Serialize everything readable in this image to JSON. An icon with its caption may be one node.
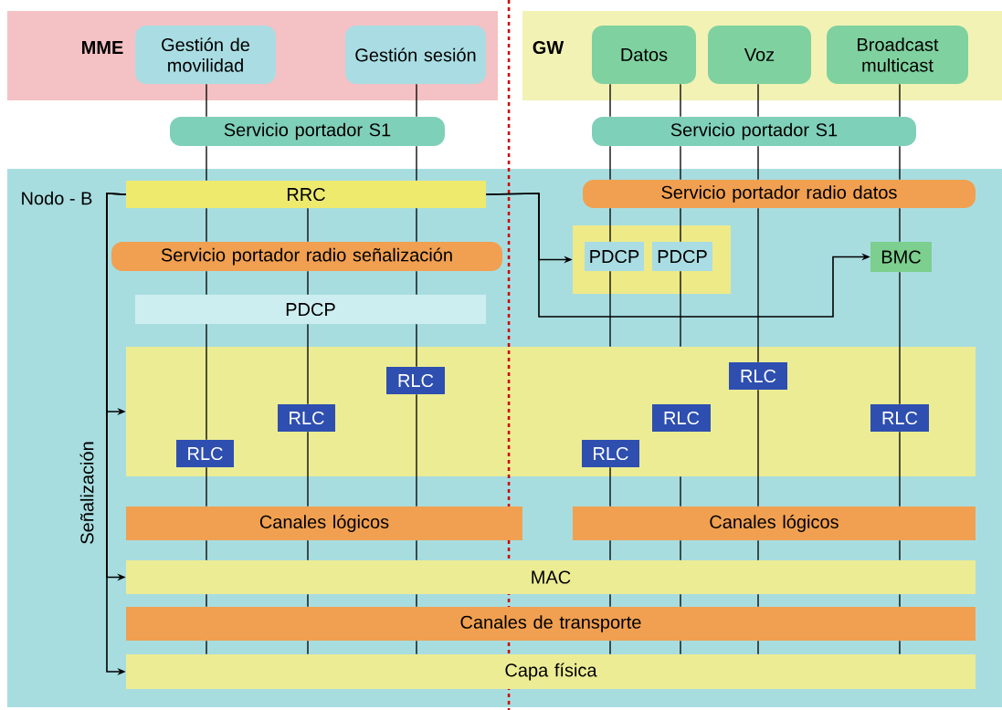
{
  "diagram": {
    "nodes": [
      {
        "text": [
          "MME"
        ]
      },
      {
        "text": [
          "Gestión de movilidad"
        ],
        "in": 0
      },
      {
        "text": [
          "Gestión sesión"
        ],
        "in": 0
      },
      {
        "text": [
          "GW"
        ]
      },
      {
        "text": [
          "Datos"
        ],
        "in": 3
      },
      {
        "text": [
          "Voz"
        ],
        "in": 3
      },
      {
        "text": [
          "Broadcast multicast"
        ],
        "in": 3
      },
      {
        "text": [
          "Servicio portador S1"
        ]
      },
      {
        "text": [
          "Servicio portador S1"
        ]
      },
      {
        "text": [
          "Nodo - B"
        ]
      },
      {
        "text": [
          "RRC"
        ],
        "in": 9
      },
      {
        "text": [
          "Servicio portador radio datos"
        ],
        "in": 9
      },
      {
        "text": [
          "Servicio portador radio señalización"
        ],
        "in": 9
      },
      {
        "text": [],
        "shape": "box",
        "in": 9
      },
      {
        "text": [
          "PDCP"
        ],
        "in": 13
      },
      {
        "text": [
          "PDCP"
        ],
        "in": 13
      },
      {
        "text": [
          "BMC"
        ],
        "in": 9
      },
      {
        "text": [
          "PDCP"
        ],
        "in": 9
      },
      {
        "text": [],
        "shape": "box",
        "in": 9
      },
      {
        "text": [
          "RLC"
        ],
        "in": 18
      },
      {
        "text": [
          "RLC"
        ],
        "in": 18
      },
      {
        "text": [
          "RLC"
        ],
        "in": 18
      },
      {
        "text": [
          "RLC"
        ],
        "in": 18
      },
      {
        "text": [
          "RLC"
        ],
        "in": 18
      },
      {
        "text": [
          "RLC"
        ],
        "in": 18
      },
      {
        "text": [
          "RLC"
        ],
        "in": 18
      },
      {
        "text": [
          "Canales lógicos"
        ],
        "in": 9
      },
      {
        "text": [
          "Canales lógicos"
        ],
        "in": 9
      },
      {
        "text": [
          "MAC"
        ],
        "in": 9
      },
      {
        "text": [
          "Canales de transporte"
        ],
        "in": 9
      },
      {
        "text": [
          "Capa física"
        ],
        "in": 9
      }
    ],
    "edges": [
      {
        "from": 10,
        "to": 13,
        "arrow": "to"
      },
      {
        "from": 10,
        "to": 16,
        "arrow": "to"
      },
      {
        "from": 10,
        "to": 18,
        "arrow": "to"
      },
      {
        "from": 10,
        "to": 28,
        "arrow": "to"
      },
      {
        "from": 10,
        "to": 30,
        "arrow": "to"
      },
      {
        "from": 1,
        "to": 7,
        "arrow": "none"
      },
      {
        "from": 7,
        "to": 10,
        "arrow": "none"
      },
      {
        "from": 10,
        "to": 12,
        "arrow": "none"
      },
      {
        "from": 12,
        "to": 17,
        "arrow": "none"
      },
      {
        "from": 17,
        "to": 19,
        "arrow": "none"
      },
      {
        "from": 19,
        "to": 26,
        "arrow": "none"
      },
      {
        "from": 26,
        "to": 28,
        "arrow": "none"
      },
      {
        "from": 28,
        "to": 29,
        "arrow": "none"
      },
      {
        "from": 29,
        "to": 30,
        "arrow": "none"
      },
      {
        "from": 2,
        "to": 7,
        "arrow": "none"
      },
      {
        "from": 7,
        "to": 10,
        "arrow": "none"
      },
      {
        "from": 10,
        "to": 12,
        "arrow": "none"
      },
      {
        "from": 12,
        "to": 17,
        "arrow": "none"
      },
      {
        "from": 17,
        "to": 21,
        "arrow": "none"
      },
      {
        "from": 21,
        "to": 26,
        "arrow": "none"
      },
      {
        "from": 26,
        "to": 28,
        "arrow": "none"
      },
      {
        "from": 28,
        "to": 29,
        "arrow": "none"
      },
      {
        "from": 29,
        "to": 30,
        "arrow": "none"
      },
      {
        "from": 10,
        "to": 12,
        "arrow": "none"
      },
      {
        "from": 12,
        "to": 17,
        "arrow": "none"
      },
      {
        "from": 17,
        "to": 20,
        "arrow": "none"
      },
      {
        "from": 20,
        "to": 26,
        "arrow": "none"
      },
      {
        "from": 26,
        "to": 28,
        "arrow": "none"
      },
      {
        "from": 28,
        "to": 29,
        "arrow": "none"
      },
      {
        "from": 29,
        "to": 30,
        "arrow": "none"
      },
      {
        "from": 4,
        "to": 8,
        "arrow": "none"
      },
      {
        "from": 8,
        "to": 11,
        "arrow": "none"
      },
      {
        "from": 11,
        "to": 14,
        "arrow": "none"
      },
      {
        "from": 14,
        "to": 18,
        "arrow": "none"
      },
      {
        "from": 22,
        "to": 27,
        "arrow": "none"
      },
      {
        "from": 27,
        "to": 28,
        "arrow": "none"
      },
      {
        "from": 28,
        "to": 29,
        "arrow": "none"
      },
      {
        "from": 29,
        "to": 30,
        "arrow": "none"
      },
      {
        "from": 4,
        "to": 8,
        "arrow": "none"
      },
      {
        "from": 8,
        "to": 11,
        "arrow": "none"
      },
      {
        "from": 11,
        "to": 15,
        "arrow": "none"
      },
      {
        "from": 15,
        "to": 18,
        "arrow": "none"
      },
      {
        "from": 18,
        "to": 27,
        "arrow": "none"
      },
      {
        "from": 27,
        "to": 28,
        "arrow": "none"
      },
      {
        "from": 28,
        "to": 29,
        "arrow": "none"
      },
      {
        "from": 29,
        "to": 30,
        "arrow": "none"
      },
      {
        "from": 5,
        "to": 8,
        "arrow": "none"
      },
      {
        "from": 8,
        "to": 11,
        "arrow": "none"
      },
      {
        "from": 11,
        "to": 24,
        "arrow": "none"
      },
      {
        "from": 24,
        "to": 27,
        "arrow": "none"
      },
      {
        "from": 27,
        "to": 28,
        "arrow": "none"
      },
      {
        "from": 28,
        "to": 29,
        "arrow": "none"
      },
      {
        "from": 29,
        "to": 30,
        "arrow": "none"
      },
      {
        "from": 6,
        "to": 8,
        "arrow": "none"
      },
      {
        "from": 8,
        "to": 11,
        "arrow": "none"
      },
      {
        "from": 11,
        "to": 16,
        "arrow": "none"
      },
      {
        "from": 16,
        "to": 25,
        "arrow": "none"
      },
      {
        "from": 25,
        "to": 27,
        "arrow": "none"
      },
      {
        "from": 27,
        "to": 28,
        "arrow": "none"
      },
      {
        "from": 28,
        "to": 29,
        "arrow": "none"
      },
      {
        "from": 29,
        "to": 30,
        "arrow": "none"
      }
    ],
    "labels": [
      "Señalización"
    ]
  }
}
